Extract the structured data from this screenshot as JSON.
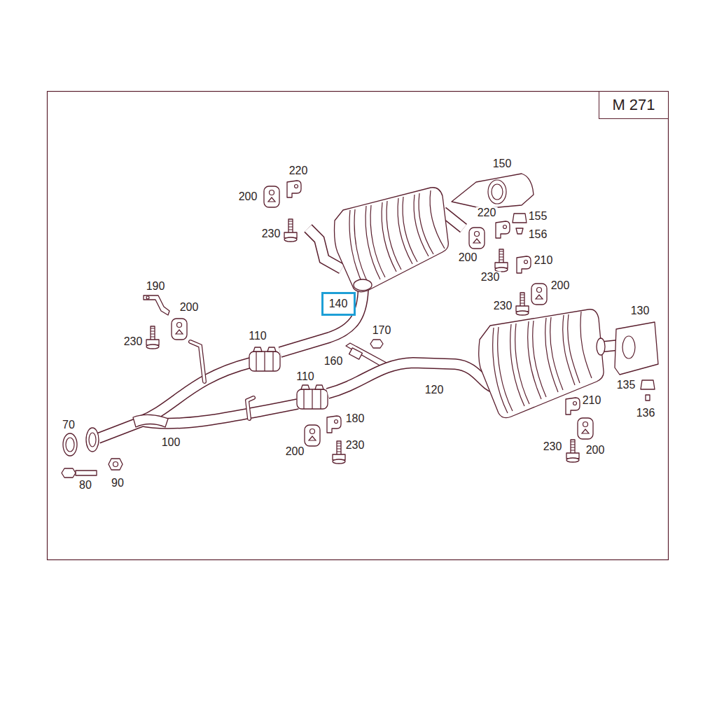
{
  "diagram": {
    "nodes": [
      {
        "text": [
          "M 271"
        ]
      },
      {
        "text": [
          "140"
        ]
      }
    ],
    "labels": [
      "220",
      "200",
      "230",
      "150",
      "220",
      "155",
      "156",
      "200",
      "210",
      "230",
      "200",
      "230",
      "130",
      "190",
      "200",
      "230",
      "110",
      "170",
      "160",
      "110",
      "120",
      "135",
      "136",
      "180",
      "210",
      "200",
      "230",
      "70",
      "100",
      "230",
      "200",
      "80",
      "90"
    ]
  }
}
